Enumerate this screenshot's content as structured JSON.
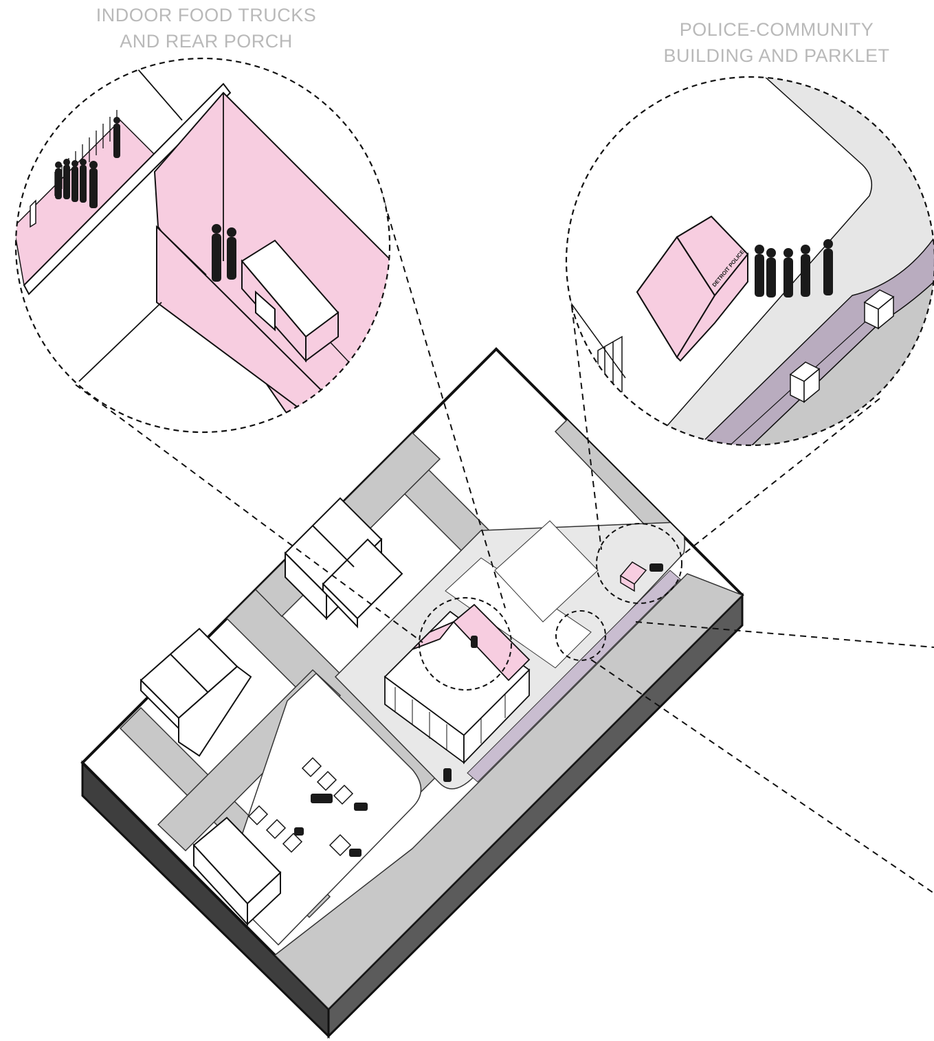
{
  "callouts": [
    {
      "line1": "INDOOR FOOD TRUCKS",
      "line2": "AND REAR PORCH"
    },
    {
      "line1": "POLICE-COMMUNITY",
      "line2": "BUILDING AND PARKLET"
    }
  ],
  "signage": {
    "police_building": "DETROIT POLICE"
  },
  "colors": {
    "program_pink": "#f7cde0",
    "parklet_purple": "#b9acbf",
    "street_gray": "#c8c8c8",
    "sidewalk_gray": "#e6e6e6",
    "base_dark": "#555555",
    "line": "#1a1a1a"
  }
}
